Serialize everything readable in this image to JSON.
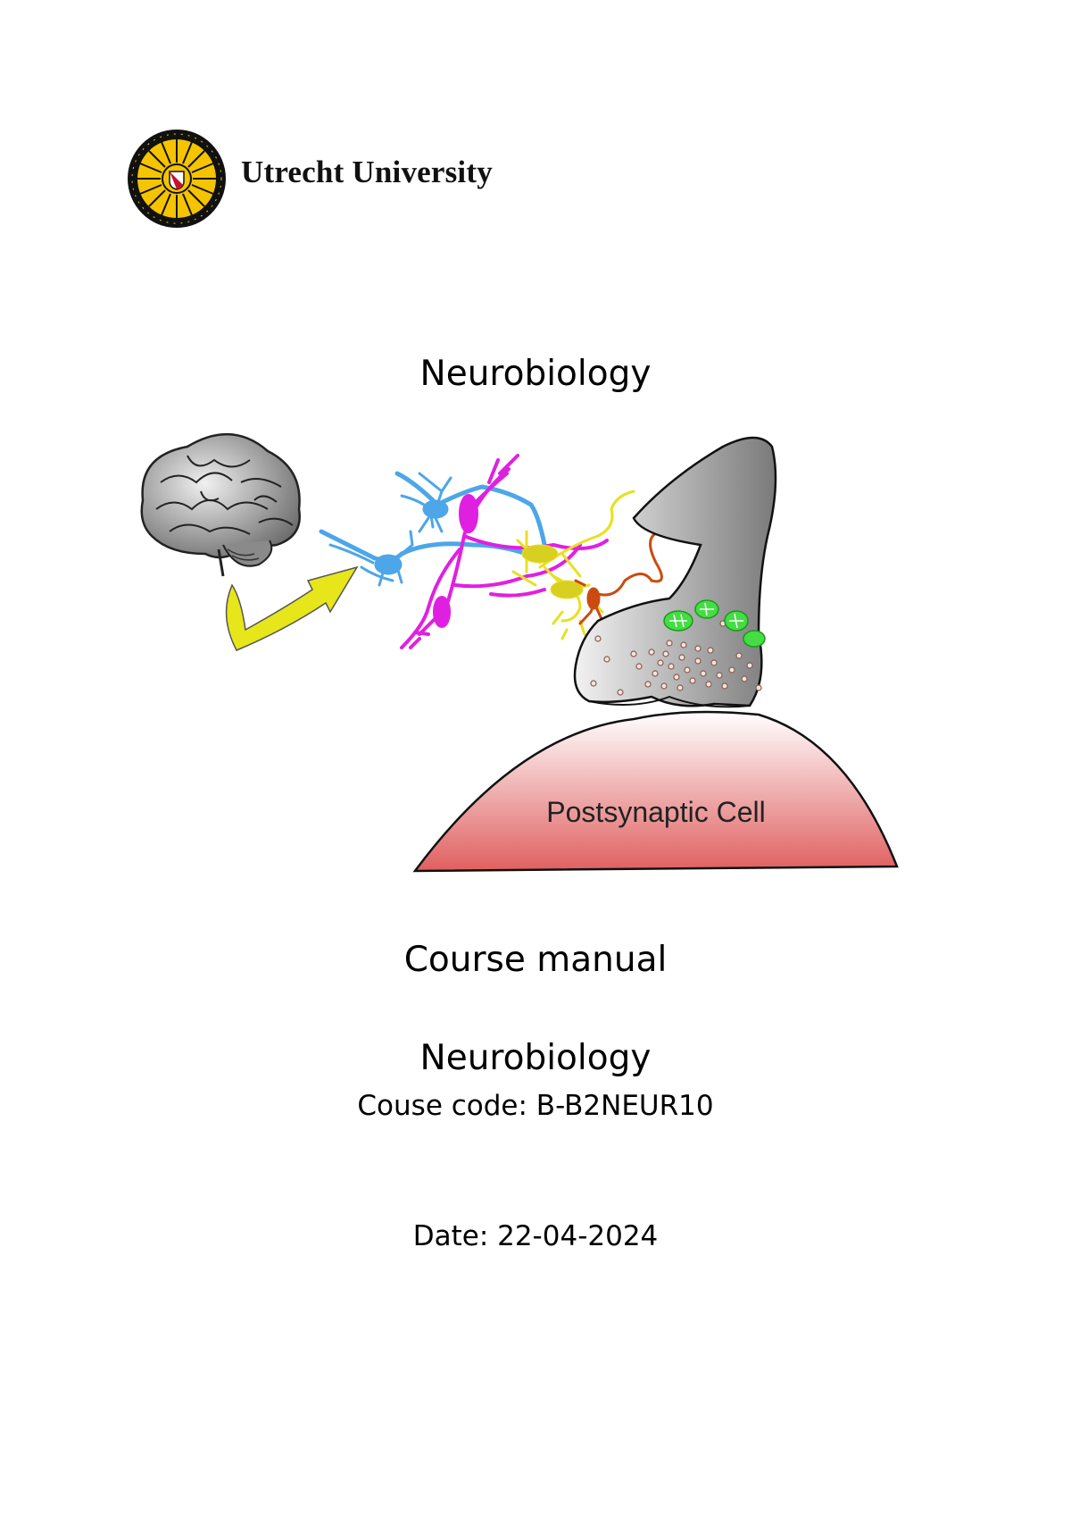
{
  "header": {
    "university_name": "Utrecht University",
    "logo_icon": "utrecht-sun-seal-icon"
  },
  "cover": {
    "subject_title": "Neurobiology",
    "illustration": {
      "icon": "brain-neurons-synapse-illustration",
      "label": "Postsynaptic Cell"
    },
    "doc_type": "Course manual",
    "course_title": "Neurobiology",
    "course_code": "Couse code: B-B2NEUR10",
    "date": "Date: 22-04-2024"
  },
  "colors": {
    "seal_yellow": "#f5c400",
    "arrow_yellow": "#e6e61a",
    "neuron_blue": "#4da6e8",
    "neuron_magenta": "#e020e0",
    "neuron_yellow": "#e8e020",
    "neuron_orange": "#cc4a10",
    "terminal_grey": "#a8a8a8",
    "mito_green": "#44dd44",
    "postsynaptic_red": "#e06a6a"
  }
}
